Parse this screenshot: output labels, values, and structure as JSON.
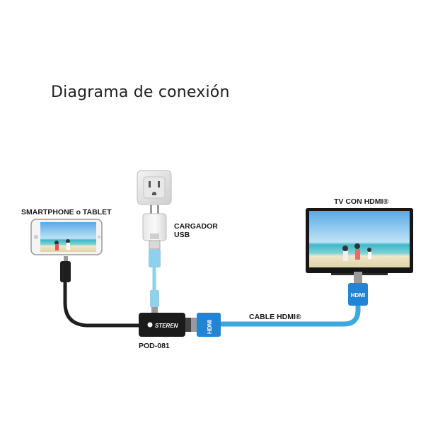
{
  "diagram": {
    "title": "Diagrama de conexión",
    "labels": {
      "smartphone": "SMARTPHONE o TABLET",
      "charger_line1": "CARGADOR",
      "charger_line2": "USB",
      "tv": "TV CON HDMI®",
      "cable": "CABLE HDMI®",
      "adapter": "POD-081"
    },
    "adapter_brand": "STEREN",
    "hdmi_plug_text": "HDMI",
    "colors": {
      "hdmi_cable": "#3aa9dd",
      "usb_cable": "#8fd0ea",
      "otg_cable": "#1f1f1f",
      "adapter_body": "#1b1b1b",
      "hdmi_plug": "#2383d4",
      "tv_frame": "#161616",
      "outlet": "#dcdcdc",
      "charger": "#eeeeee"
    }
  }
}
